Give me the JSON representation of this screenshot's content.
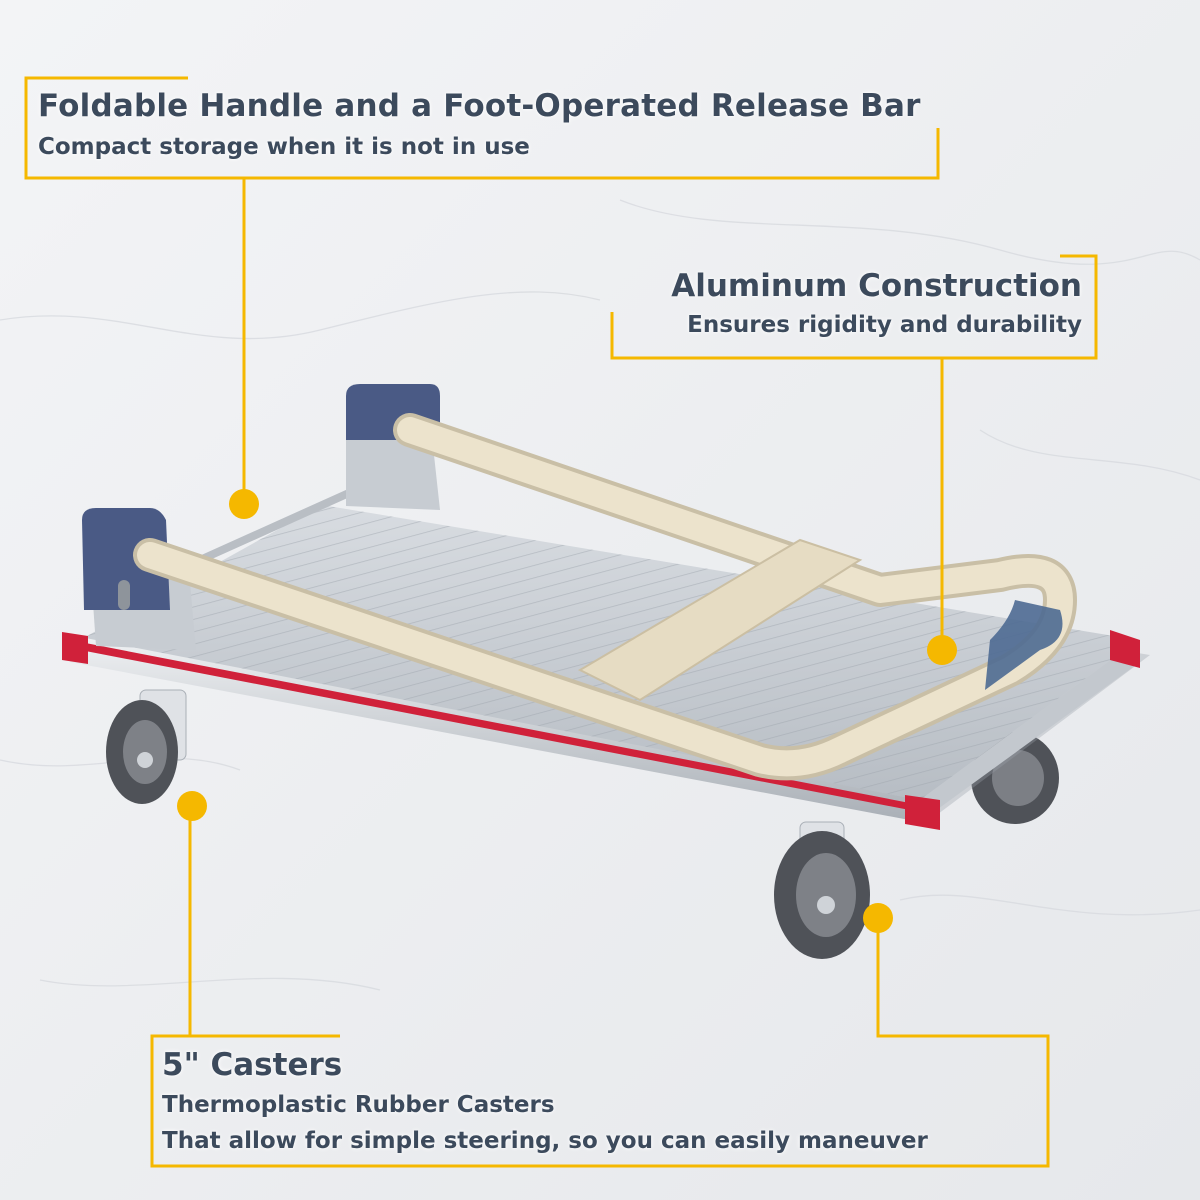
{
  "image": {
    "subject": "folding platform hand truck",
    "colors": {
      "accent_yellow": "#f5b800",
      "text_navy": "#3c4a5c",
      "handle_beige": "#e9dfc7",
      "bracket_blue": "#4a5a85",
      "bumper_red": "#d0213a",
      "deck_aluminum": "#c9ced4",
      "wheel_gray": "#5a5d63"
    }
  },
  "callouts": {
    "handle": {
      "title": "Foldable Handle and a Foot-Operated Release Bar",
      "subtitle": "Compact storage when it is not in use"
    },
    "construction": {
      "title": "Aluminum Construction",
      "subtitle": "Ensures rigidity and durability"
    },
    "casters": {
      "title": "5\" Casters",
      "subtitle_1": "Thermoplastic Rubber Casters",
      "subtitle_2": "That allow for simple steering, so you can easily maneuver"
    }
  }
}
